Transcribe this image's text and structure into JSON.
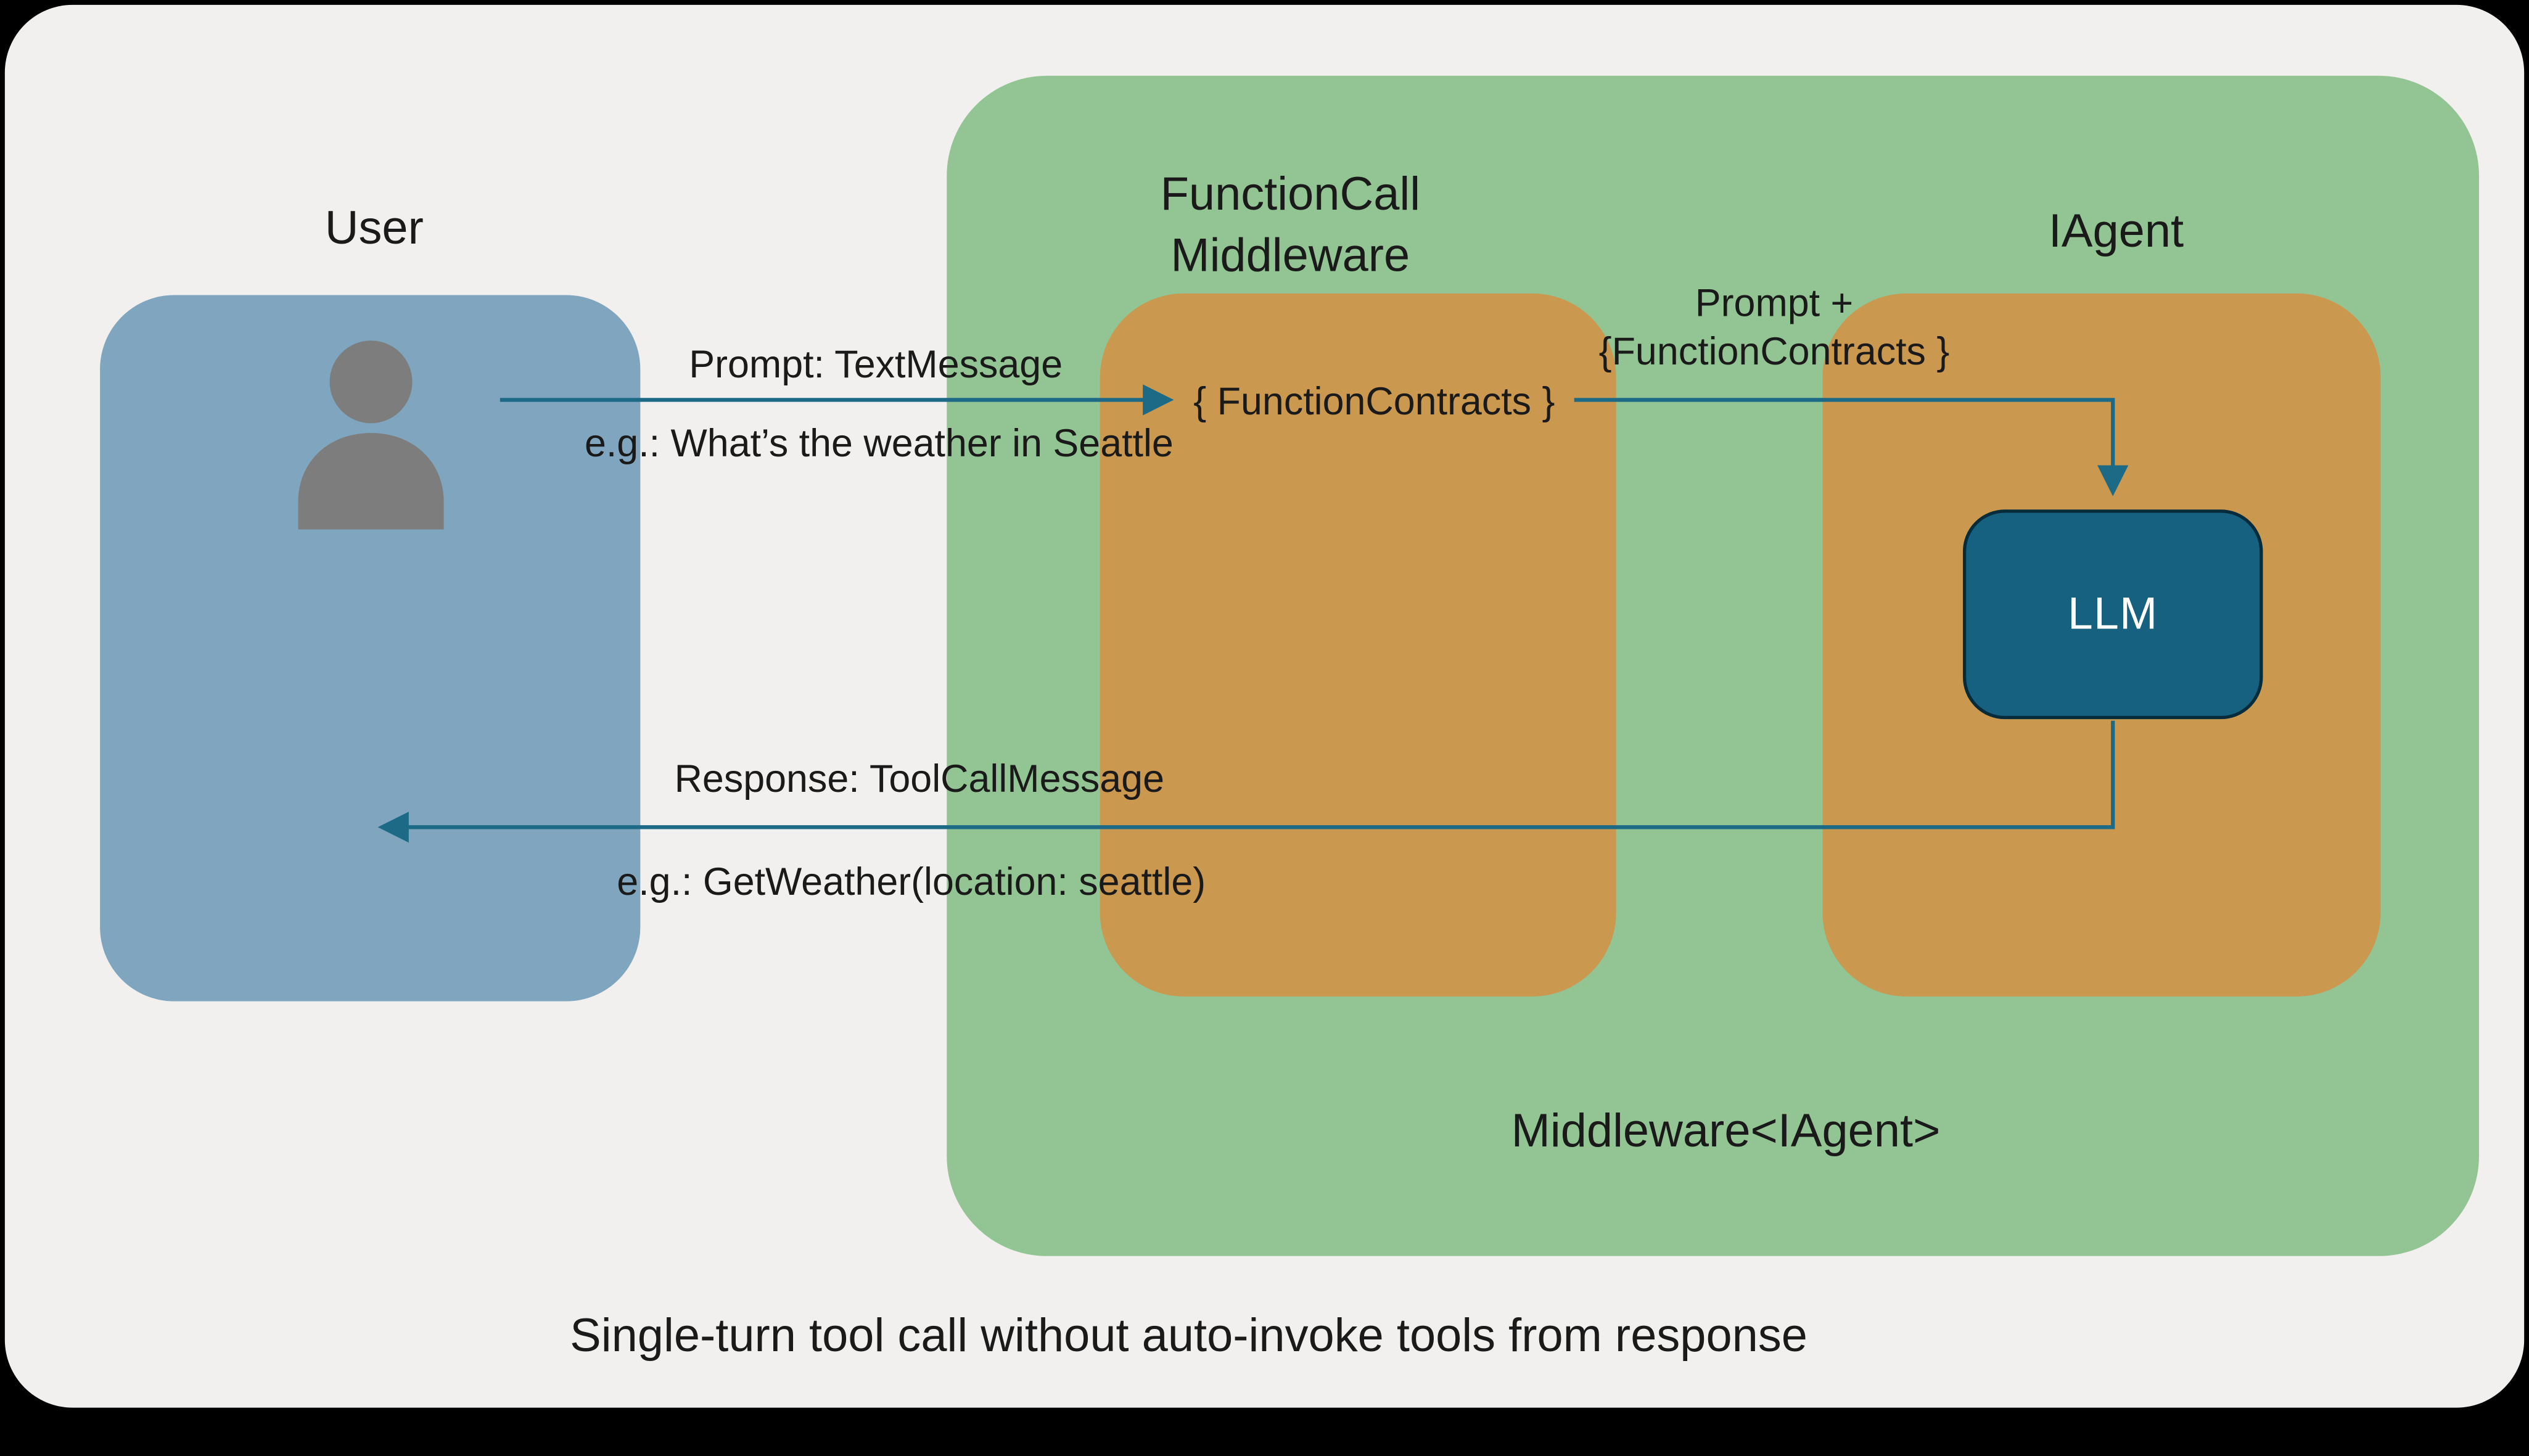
{
  "colors": {
    "bg": "#f1f0ee",
    "frame": "#000000",
    "user-box": "#7fa6be",
    "green-box": "#93c493",
    "orange-box": "#ca984e",
    "llm-box": "#16617f",
    "llm-border": "#062b3a",
    "arrow": "#1d6a87",
    "person": "#7d7d7d",
    "text": "#1a1a1a"
  },
  "diagram": {
    "user": {
      "label": "User"
    },
    "functioncall_middleware": {
      "title": "FunctionCall\nMiddleware",
      "contracts": "{ FunctionContracts }"
    },
    "iagent": {
      "title": "IAgent",
      "llm_label": "LLM"
    },
    "middleware_label": "Middleware<IAgent>",
    "arrows": {
      "prompt": {
        "label": "Prompt: TextMessage",
        "example": "e.g.: What’s the weather in Seattle"
      },
      "contracts": {
        "label": "Prompt +\n{FunctionContracts }"
      },
      "response": {
        "label": "Response: ToolCallMessage",
        "example": "e.g.: GetWeather(location: seattle)"
      }
    },
    "caption": "Single-turn tool call without auto-invoke tools from response"
  }
}
